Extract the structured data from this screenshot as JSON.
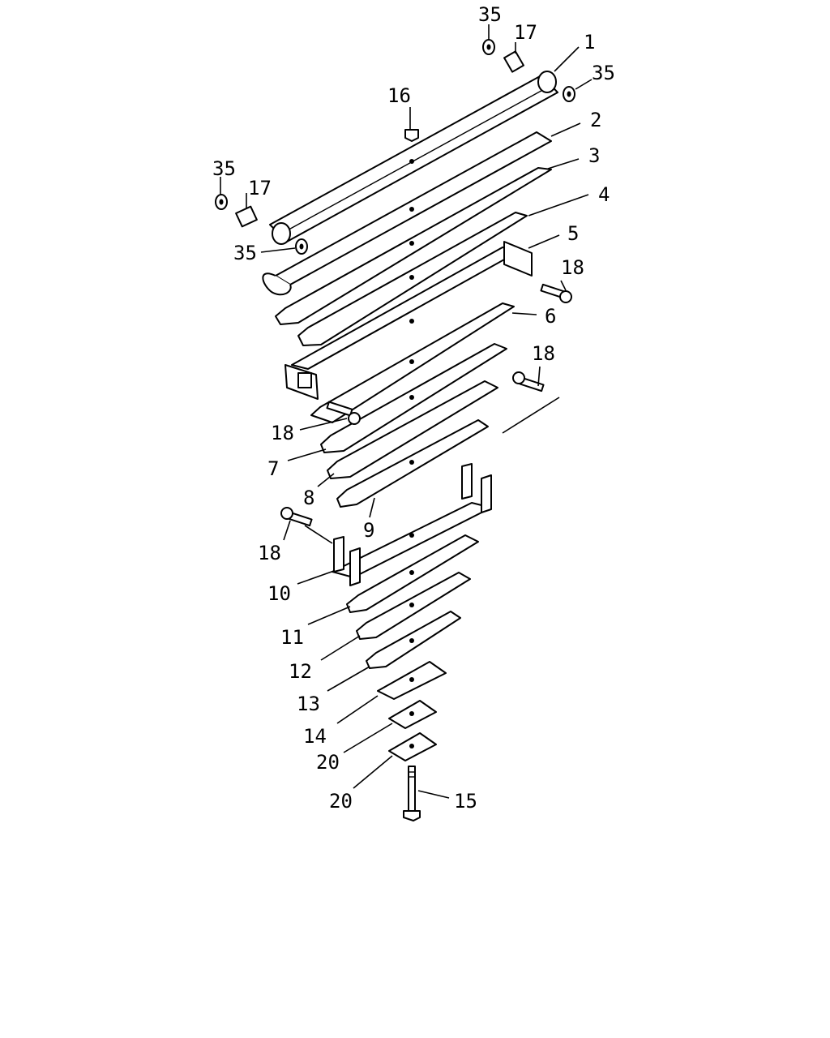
{
  "diagram": {
    "callouts": {
      "c1": "1",
      "c2": "2",
      "c3": "3",
      "c4": "4",
      "c5": "5",
      "c6": "6",
      "c7": "7",
      "c8": "8",
      "c9": "9",
      "c10": "10",
      "c11": "11",
      "c12": "12",
      "c13": "13",
      "c14": "14",
      "c15": "15",
      "c16": "16",
      "c17a": "17",
      "c17b": "17",
      "c18a": "18",
      "c18b": "18",
      "c18c": "18",
      "c18d": "18",
      "c20a": "20",
      "c20b": "20",
      "c35a": "35",
      "c35b": "35",
      "c35c": "35",
      "c35d": "35"
    }
  }
}
